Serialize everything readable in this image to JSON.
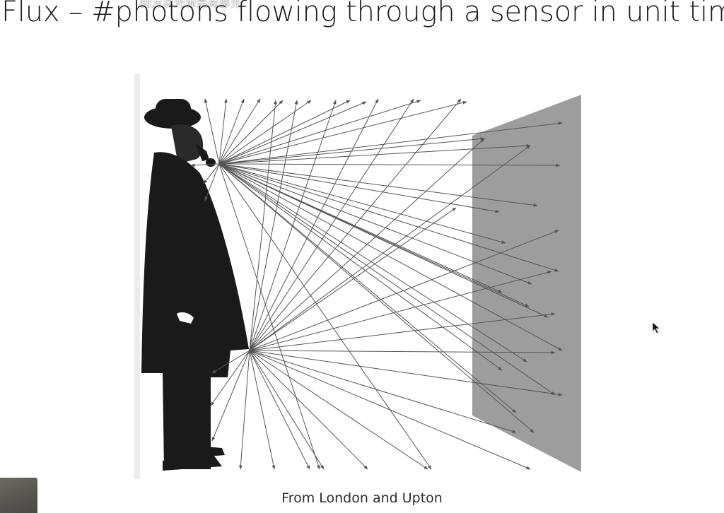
{
  "slide": {
    "title": "Flux – #photons flowing through a sensor in unit time",
    "caption": "From London and Upton",
    "subtitle_overlay": "因为点光源是局部光"
  },
  "figure": {
    "description": "Man in bowler hat; two point light sources radiating arrows; grey rectangular sensor plane on the right",
    "sensor_color": "#9d9d9d",
    "ray_color": "#555555",
    "silhouette_color": "#1a1a1a"
  },
  "overlays": {
    "webcam_thumbnail": "webcam-thumbnail",
    "cursor": "arrow-cursor"
  }
}
